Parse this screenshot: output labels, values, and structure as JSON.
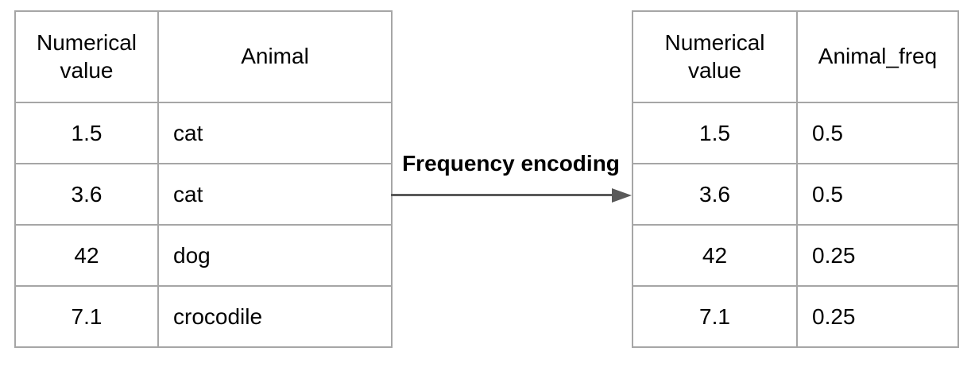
{
  "diagram": {
    "arrow_label": "Frequency encoding"
  },
  "left_table": {
    "headers": [
      "Numerical value",
      "Animal"
    ],
    "rows": [
      [
        "1.5",
        "cat"
      ],
      [
        "3.6",
        "cat"
      ],
      [
        "42",
        "dog"
      ],
      [
        "7.1",
        "crocodile"
      ]
    ]
  },
  "right_table": {
    "headers": [
      "Numerical value",
      "Animal_freq"
    ],
    "rows": [
      [
        "1.5",
        "0.5"
      ],
      [
        "3.6",
        "0.5"
      ],
      [
        "42",
        "0.25"
      ],
      [
        "7.1",
        "0.25"
      ]
    ]
  },
  "colors": {
    "table_border": "#a6a6a6",
    "arrow": "#595959",
    "text": "#000000"
  }
}
